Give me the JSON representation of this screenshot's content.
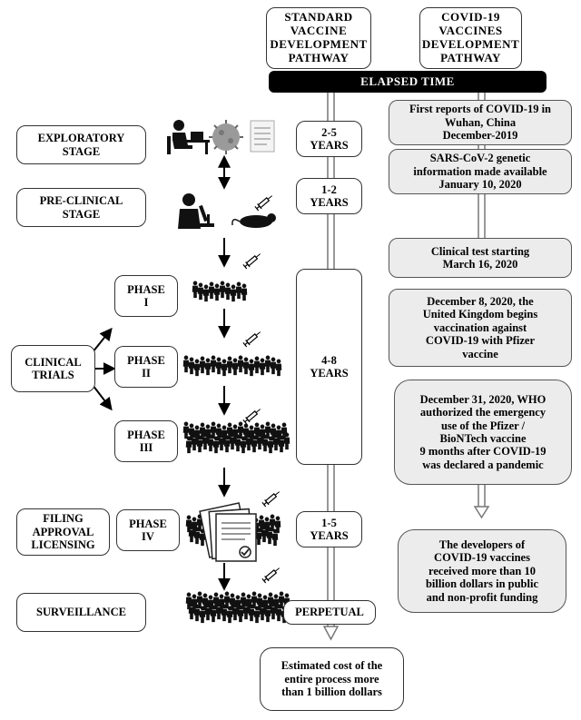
{
  "headers": {
    "standard": "STANDARD\nVACCINE\nDEVELOPMENT\nPATHWAY",
    "covid": "COVID-19\nVACCINES\nDEVELOPMENT\nPATHWAY",
    "elapsed": "ELAPSED TIME"
  },
  "stages": {
    "exploratory": "EXPLORATORY\nSTAGE",
    "preclinical": "PRE-CLINICAL\nSTAGE",
    "clinical": "CLINICAL\nTRIALS",
    "phase1": "PHASE\nI",
    "phase2": "PHASE\nII",
    "phase3": "PHASE\nIII",
    "filing": "FILING\nAPPROVAL\nLICENSING",
    "phase4": "PHASE\nIV",
    "surveillance": "SURVEILLANCE"
  },
  "durations": {
    "d1": "2-5\nYEARS",
    "d2": "1-2\nYEARS",
    "d3": "4-8\nYEARS",
    "d4": "1-5\nYEARS",
    "d5": "PERPETUAL"
  },
  "cost": "Estimated cost of the\nentire process more\nthan  1 billion dollars",
  "covid_events": {
    "e1": "First reports of COVID-19 in\nWuhan,  China\nDecember-2019",
    "e2": "SARS-CoV-2 genetic\ninformation  made available\nJanuary  10, 2020",
    "e3": "Clinical test starting\nMarch 16, 2020",
    "e4": "December 8, 2020, the\nUnited Kingdom  begins\nvaccination  against\nCOVID-19 with  Pfizer\nvaccine",
    "e5": "December 31, 2020, WHO\nauthorized  the emergency\nuse of the Pfizer  /\nBioNTech vaccine\n9 months  after COVID-19\nwas declared a pandemic",
    "e6": "The developers of\nCOVID-19 vaccines\nreceived more than  10\nbillion  dollars in public\nand non-profit  funding"
  },
  "icons": [
    "researcher-at-desk-icon",
    "virus-icon",
    "document-icon",
    "scientist-microscope-icon",
    "mouse-icon",
    "syringe-icon",
    "crowd-icon",
    "papers-checkmark-icon"
  ]
}
